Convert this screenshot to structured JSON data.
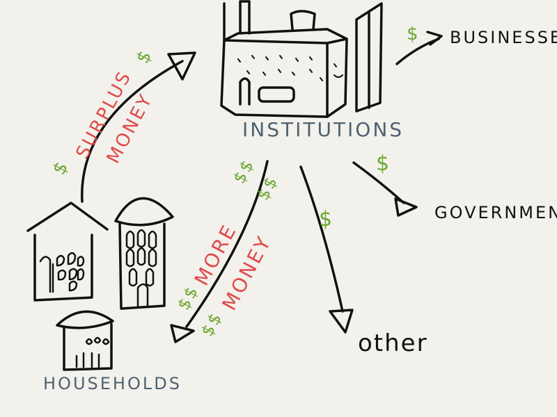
{
  "nodes": {
    "institutions": "INSTITUTIONS",
    "households": "HOUSEHOLDS",
    "businesses": "BUSINESSES",
    "government": "GOVERNMENT",
    "other": "other"
  },
  "flows": {
    "surplus_dollar_left": "$",
    "surplus_word": "SURPLUS",
    "surplus_dollar_right": "$",
    "surplus_money": "MONEY",
    "more_dollars": "$$",
    "more_word": "MORE",
    "more_dollars_top": "$$",
    "money_dollars": "$$",
    "money_word": "MONEY",
    "money_dollars_top": "$$",
    "businesses_dollar": "$",
    "government_dollar": "$",
    "other_dollar": "$"
  },
  "colors": {
    "ink": "#111111",
    "label_blue": "#4f6170",
    "flow_red": "#e04a4a",
    "dollar_green": "#6aa832",
    "background": "#f3f1ec"
  }
}
